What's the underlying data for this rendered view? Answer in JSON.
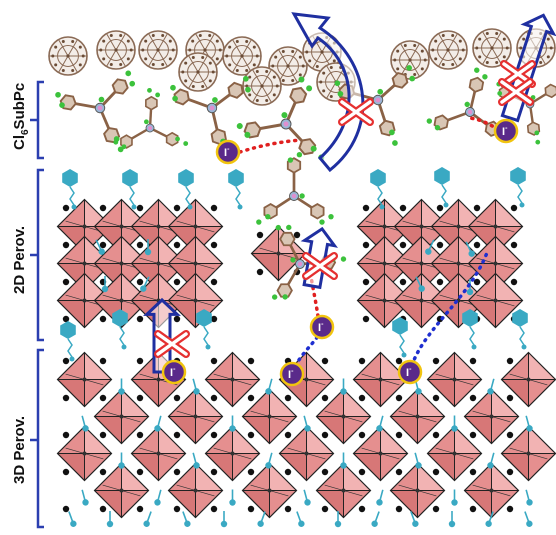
{
  "regions": {
    "subpc": {
      "label_main": "Cl",
      "label_sub": "6",
      "label_tail": "SubPc"
    },
    "perov2d": {
      "label": "2D Perov."
    },
    "perov3d": {
      "label": "3D Perov."
    }
  },
  "ion": {
    "symbol": "I",
    "charge": "-",
    "count": 6
  },
  "blocked_marks": {
    "count": 5
  },
  "colors": {
    "bracket": "#2b3fb0",
    "octahedron_fill": "#e58f8f",
    "octahedron_dark": "#c25555",
    "lattice_node": "#111111",
    "spacer_cation": "#3aa9c3",
    "fullerene": "#8a6a55",
    "ion_fill": "#5a2a8a",
    "ion_ring": "#f1c40f",
    "arrow_outline": "#1f2fa0",
    "blocked_mark": "#e53030",
    "ion_path": "#1f2fd0",
    "ion_path_red": "#e02020",
    "subpc_chlorine": "#3cc23c",
    "subpc_carbon": "#8a6246"
  }
}
